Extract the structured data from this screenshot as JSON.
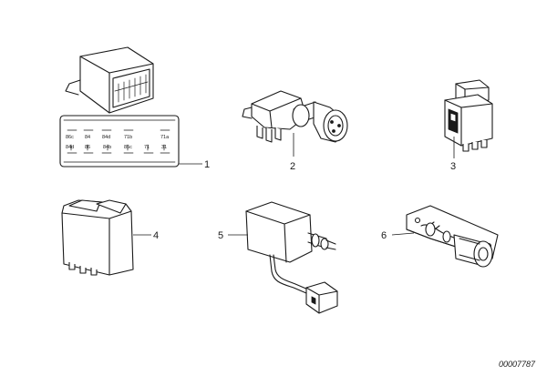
{
  "callouts": {
    "c1": "1",
    "c2": "2",
    "c3": "3",
    "c4": "4",
    "c5": "5",
    "c6": "6"
  },
  "relay_terminals": {
    "top": [
      "86c",
      "84",
      "84d",
      "71b",
      "71a"
    ],
    "bottom": [
      "84d",
      "86",
      "84b",
      "85c",
      "71",
      "31"
    ]
  },
  "document_number": "00007787"
}
